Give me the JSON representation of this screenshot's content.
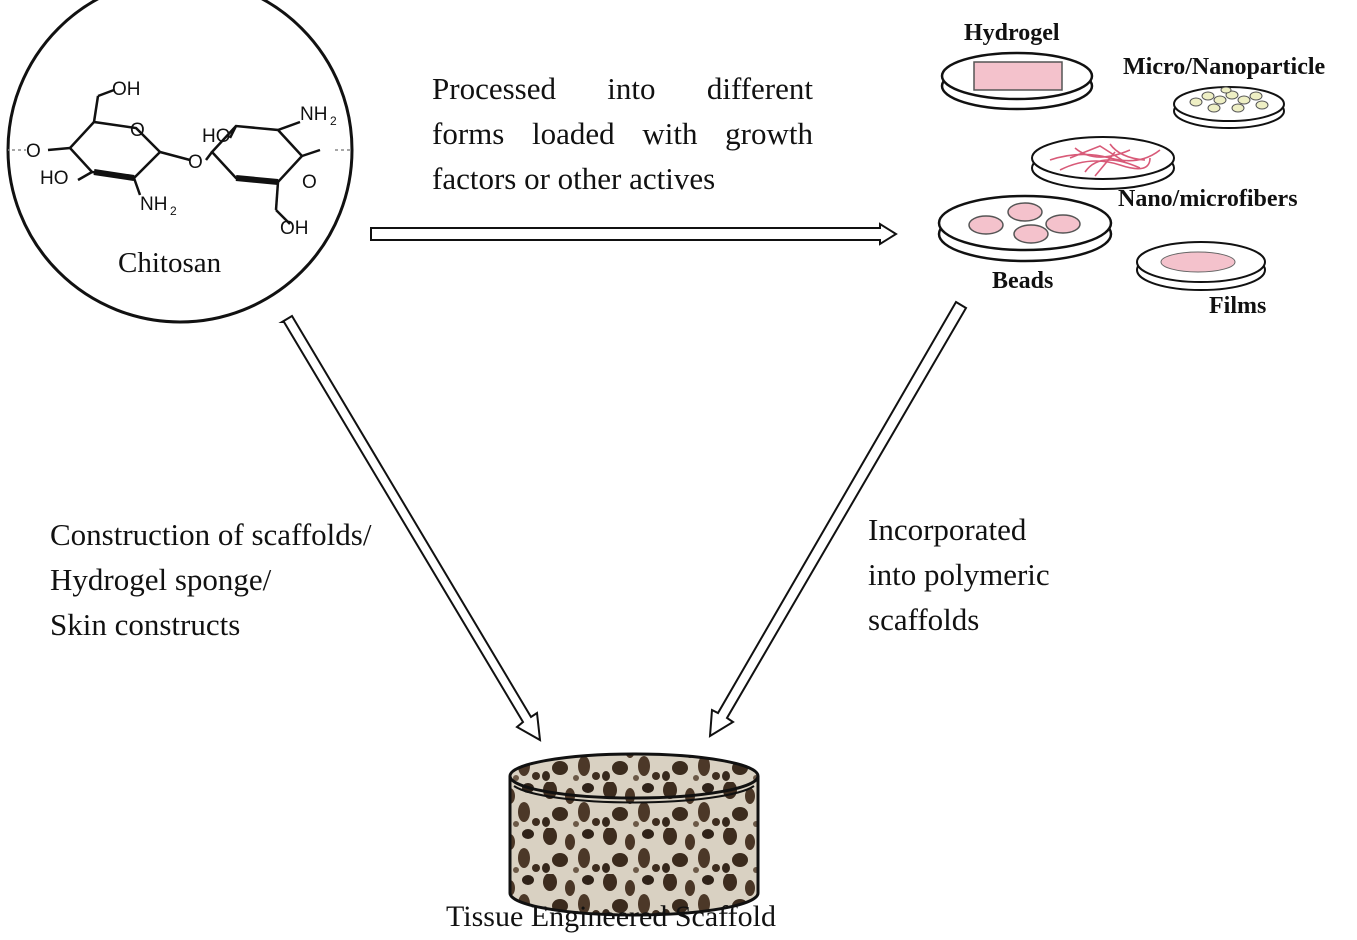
{
  "chitosan": {
    "label": "Chitosan",
    "groups": {
      "oh": "OH",
      "ho": "HO",
      "nh": "NH",
      "sub2": "2",
      "o": "O"
    }
  },
  "forms": {
    "hydrogel": "Hydrogel",
    "micro_nanoparticle": "Micro/Nanoparticle",
    "nano_microfibers": "Nano/microfibers",
    "beads": "Beads",
    "films": "Films"
  },
  "arrows": {
    "process": [
      "Processed into different",
      "forms loaded with growth",
      "factors or other actives"
    ],
    "construction": [
      "Construction of scaffolds/",
      "Hydrogel sponge/",
      "Skin constructs"
    ],
    "incorporated": [
      "Incorporated",
      "into polymeric",
      "scaffolds"
    ]
  },
  "scaffold": {
    "label": "Tissue Engineered Scaffold"
  },
  "colors": {
    "pink_fill": "#f4c2cc",
    "fiber": "#d85a78",
    "particle": "#eeefc4",
    "scaffold_light": "#d9d1c2",
    "scaffold_dark": "#3d2c1e"
  }
}
